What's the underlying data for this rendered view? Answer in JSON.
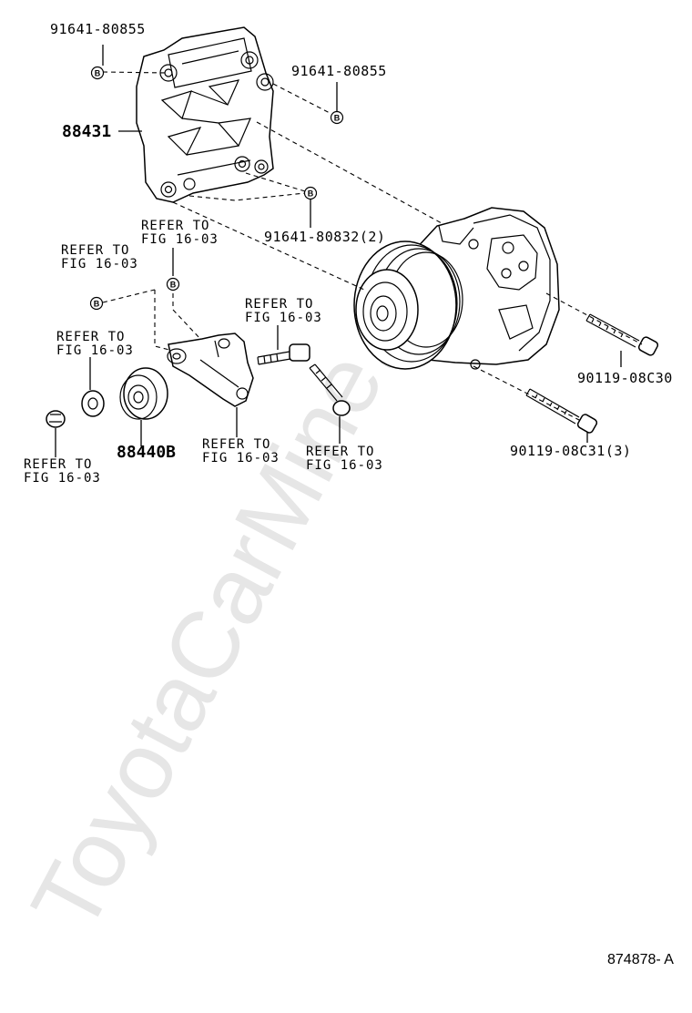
{
  "watermark": "ToyotaCarMine.ru",
  "diagram_code": "874878- A",
  "marker_letter": "B",
  "labels": {
    "bolt_b_top_left": "91641-80855",
    "bolt_b_top_right": "91641-80855",
    "bracket": "88431",
    "bolt_b_bottom": "91641-80832(2)",
    "idler_pulley": "88440B",
    "bolt_long_1": "90119-08C30",
    "bolt_long_2": "90119-08C31(3)"
  },
  "refer": {
    "ref1": [
      "REFER TO",
      "FIG 16-03"
    ],
    "ref2": [
      "REFER TO",
      "FIG 16-03"
    ],
    "ref3": [
      "REFER TO",
      "FIG 16-03"
    ],
    "ref4": [
      "REFER TO",
      "FIG 16-03"
    ],
    "ref5": [
      "REFER TO",
      "FIG 16-03"
    ],
    "ref6": [
      "REFER TO",
      "FIG 16-03"
    ],
    "ref7": [
      "REFER TO",
      "FIG 16-03"
    ]
  }
}
